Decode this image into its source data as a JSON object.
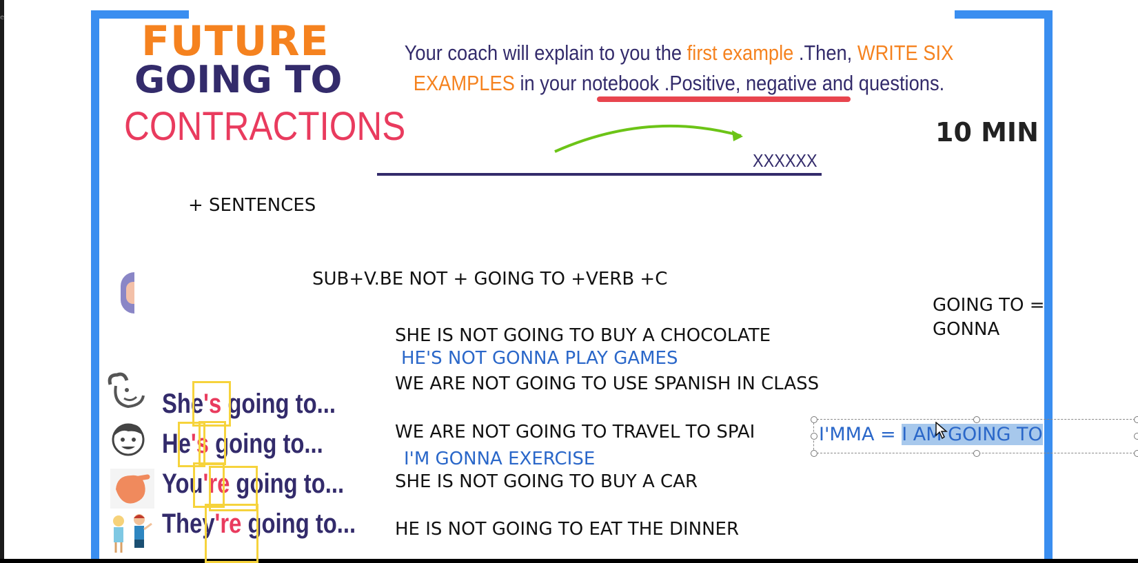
{
  "side_mark": "e",
  "title": {
    "line1": "FUTURE",
    "line2": "GOING TO",
    "line3": "CONTRACTIONS"
  },
  "instruction": {
    "part1": "Your coach will explain to you the ",
    "part2_orange": "first example",
    "part3": " .Then, ",
    "part4_orange": "WRITE SIX EXAMPLES",
    "part5": " in your notebook  .",
    "part6_underlined": "Positive, negative and questions",
    "part7": "."
  },
  "timer": "10 MIN",
  "timeline_marker": "XXXXXX",
  "sentences_heading": "+ SENTENCES",
  "formula": "SUB+V.BE NOT + GOING TO +VERB +C",
  "note": {
    "line1": "GOING TO =",
    "line2": "GONNA"
  },
  "examples": [
    "SHE IS NOT GOING TO BUY A CHOCOLATE",
    "WE ARE NOT GOING TO USE SPANISH IN CLASS",
    "WE ARE NOT GOING TO TRAVEL TO SPAI",
    "SHE IS NOT GOING TO BUY A CAR",
    "HE IS NOT GOING TO EAT THE DINNER"
  ],
  "blue_examples": [
    "HE'S NOT GONNA PLAY GAMES",
    "I'M GONNA EXERCISE"
  ],
  "contractions": [
    {
      "pre": "She",
      "contr": "'s",
      "post": " going to..."
    },
    {
      "pre": "He",
      "contr": "'s",
      "post": " going to..."
    },
    {
      "pre": "You",
      "contr": "'re",
      "post": " going to..."
    },
    {
      "pre": "They",
      "contr": "'re",
      "post": " going to..."
    }
  ],
  "textbox": {
    "prefix": "I'MMA = ",
    "selected": "I AM GOING TO"
  },
  "colors": {
    "frame": "#3a8ef0",
    "orange": "#f5821f",
    "navy": "#332b6b",
    "pink": "#e93b5e",
    "blue_text": "#2a67c9",
    "selection": "#a7c8ec",
    "arrow": "#6cc417"
  }
}
